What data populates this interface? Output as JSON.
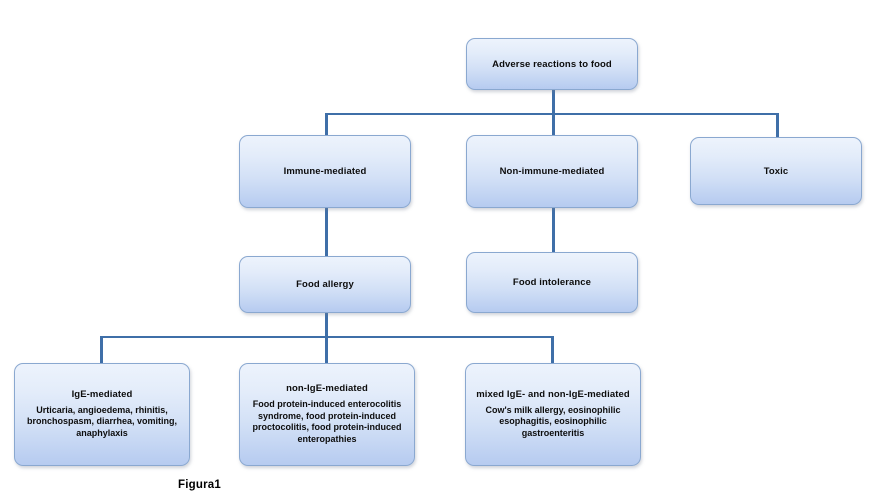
{
  "figure": {
    "caption": "Figura1",
    "accent_line_color": "#3f6FA8",
    "box_border_color": "#8aa8d0",
    "box_gradient_top": "#edf3fc",
    "box_gradient_bottom": "#b6cbf0",
    "background_color": "#ffffff"
  },
  "nodes": {
    "root": {
      "label": "Adverse reactions to food"
    },
    "level2": [
      {
        "label": "Immune-mediated"
      },
      {
        "label": "Non-immune-mediated"
      },
      {
        "label": "Toxic"
      }
    ],
    "level3": [
      {
        "label": "Food allergy"
      },
      {
        "label": "Food intolerance"
      }
    ],
    "level4": [
      {
        "title": "IgE-mediated",
        "body": "Urticaria, angioedema, rhinitis, bronchospasm, diarrhea, vomiting, anaphylaxis"
      },
      {
        "title": "non-IgE-mediated",
        "body": "Food protein-induced enterocolitis syndrome, food protein-induced proctocolitis, food protein-induced enteropathies"
      },
      {
        "title": "mixed IgE- and non-IgE-mediated",
        "body": "Cow's milk allergy, eosinophilic esophagitis, eosinophilic gastroenteritis"
      }
    ]
  }
}
